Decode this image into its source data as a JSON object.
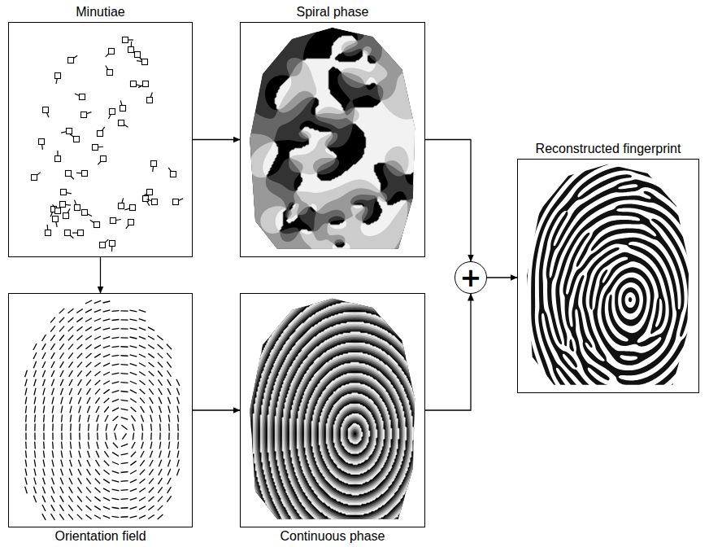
{
  "diagram": {
    "nodes": [
      {
        "text": [
          "Minutiae"
        ]
      },
      {
        "text": [
          "Spiral phase"
        ]
      },
      {
        "text": [
          "Reconstructed fingerprint"
        ]
      },
      {
        "text": [
          "+"
        ]
      },
      {
        "text": [
          "Orientation field"
        ]
      },
      {
        "text": [
          "Continuous phase"
        ]
      }
    ],
    "edges": [
      {
        "from": 0,
        "to": 1,
        "arrow": "to"
      },
      {
        "from": 0,
        "to": 4,
        "arrow": "to"
      },
      {
        "from": 4,
        "to": 5,
        "arrow": "to"
      },
      {
        "from": 1,
        "to": 3,
        "arrow": "to"
      },
      {
        "from": 5,
        "to": 3,
        "arrow": "to"
      },
      {
        "from": 3,
        "to": 2,
        "arrow": "to"
      }
    ]
  }
}
